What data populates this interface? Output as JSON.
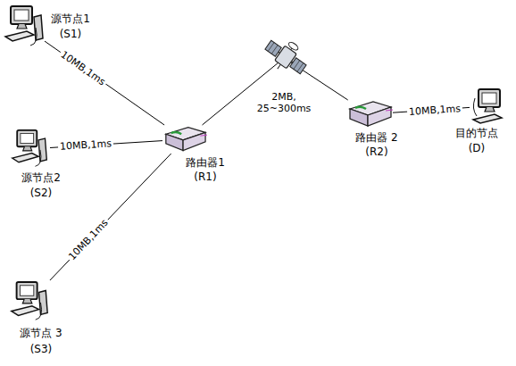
{
  "diagram": {
    "nodes": [
      {
        "text": [
          "源节点1",
          "(S1)"
        ]
      },
      {
        "text": [
          "源节点2",
          "(S2)"
        ]
      },
      {
        "text": [
          "源节点 3",
          "(S3)"
        ]
      },
      {
        "text": [
          "路由器1",
          "(R1)"
        ]
      },
      {
        "text": [
          "路由器 2",
          "(R2)"
        ]
      },
      {
        "text": [
          "目的节点",
          "(D)"
        ]
      }
    ],
    "edges": [
      {
        "from": 0,
        "to": 3,
        "arrow": "none",
        "label": "10MB,1ms"
      },
      {
        "from": 1,
        "to": 3,
        "arrow": "none",
        "label": "10MB,1ms"
      },
      {
        "from": 2,
        "to": 3,
        "arrow": "none",
        "label": "10MB,1ms"
      },
      {
        "from": 3,
        "to": 4,
        "arrow": "none",
        "label": "2MB, 25~300ms"
      },
      {
        "from": 4,
        "to": 5,
        "arrow": "none",
        "label": "10MB,1ms"
      }
    ]
  }
}
